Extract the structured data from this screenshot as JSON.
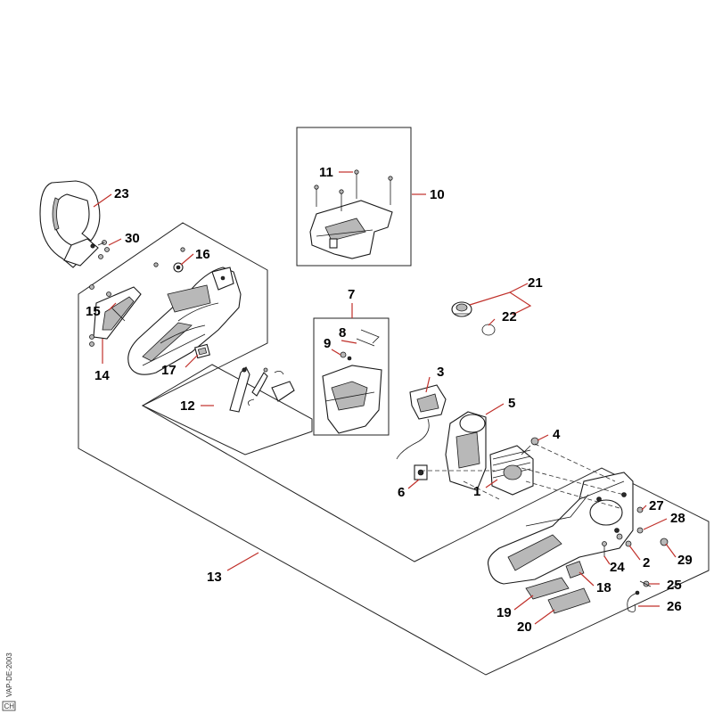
{
  "footer": {
    "code": "VAP-DE-2003",
    "badge": "CH"
  },
  "callouts": {
    "c1": "1",
    "c2": "2",
    "c3": "3",
    "c4": "4",
    "c5": "5",
    "c6": "6",
    "c7": "7",
    "c8": "8",
    "c9": "9",
    "c10": "10",
    "c11": "11",
    "c12": "12",
    "c13": "13",
    "c14": "14",
    "c15": "15",
    "c16": "16",
    "c17": "17",
    "c18": "18",
    "c19": "19",
    "c20": "20",
    "c21": "21",
    "c22": "22",
    "c23": "23",
    "c24": "24",
    "c25": "25",
    "c26": "26",
    "c27": "27",
    "c28": "28",
    "c29": "29",
    "c30": "30"
  }
}
